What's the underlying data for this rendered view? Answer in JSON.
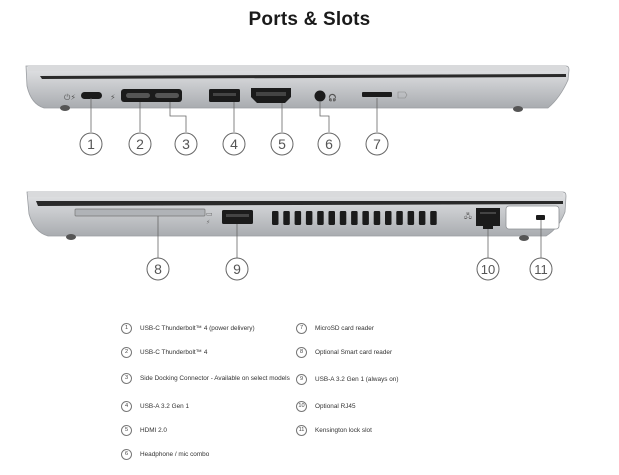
{
  "title": "Ports & Slots",
  "colors": {
    "chassis": "#c4c6c9",
    "chassis_dark": "#8e9195",
    "port_black": "#1b1b1b",
    "callout": "#666666"
  },
  "callouts_top": [
    "1",
    "2",
    "3",
    "4",
    "5",
    "6",
    "7"
  ],
  "callouts_bottom": [
    "8",
    "9",
    "10",
    "11"
  ],
  "legend": [
    {
      "num": "1",
      "text": "USB-C Thunderbolt™ 4 (power delivery)"
    },
    {
      "num": "2",
      "text": "USB-C Thunderbolt™ 4"
    },
    {
      "num": "3",
      "text": "Side Docking Connector - Available on select models"
    },
    {
      "num": "4",
      "text": "USB-A 3.2 Gen 1"
    },
    {
      "num": "5",
      "text": "HDMI 2.0"
    },
    {
      "num": "6",
      "text": "Headphone / mic combo"
    },
    {
      "num": "7",
      "text": "MicroSD card reader"
    },
    {
      "num": "8",
      "text": "Optional Smart card reader"
    },
    {
      "num": "9",
      "text": "USB-A 3.2 Gen 1 (always on)"
    },
    {
      "num": "10",
      "text": "Optional RJ45"
    },
    {
      "num": "11",
      "text": "Kensington lock slot"
    }
  ]
}
